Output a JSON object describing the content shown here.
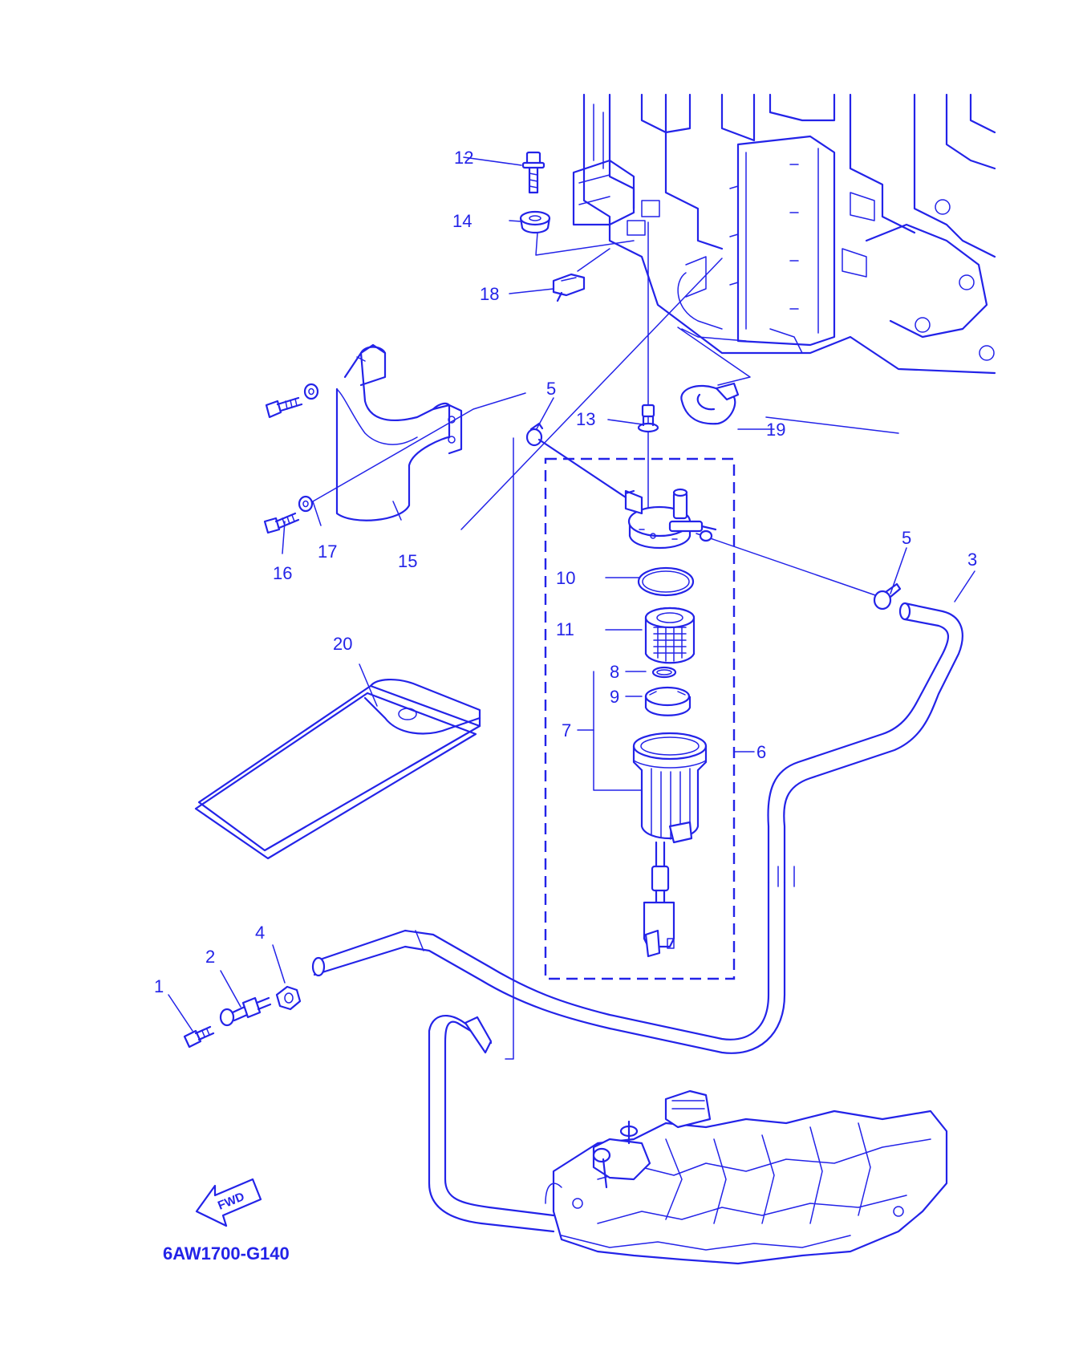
{
  "colors": {
    "ink": "#2323e8",
    "background": "#ffffff"
  },
  "diagram": {
    "code": "6AW1700-G140",
    "fwd_label": "FWD"
  },
  "labels": {
    "p1": "1",
    "p2": "2",
    "p3": "3",
    "p4": "4",
    "p5a": "5",
    "p5b": "5",
    "p6": "6",
    "p7": "7",
    "p8": "8",
    "p9": "9",
    "p10": "10",
    "p11": "11",
    "p12": "12",
    "p13": "13",
    "p14": "14",
    "p15": "15",
    "p16": "16",
    "p17": "17",
    "p18": "18",
    "p19": "19",
    "p20": "20"
  }
}
